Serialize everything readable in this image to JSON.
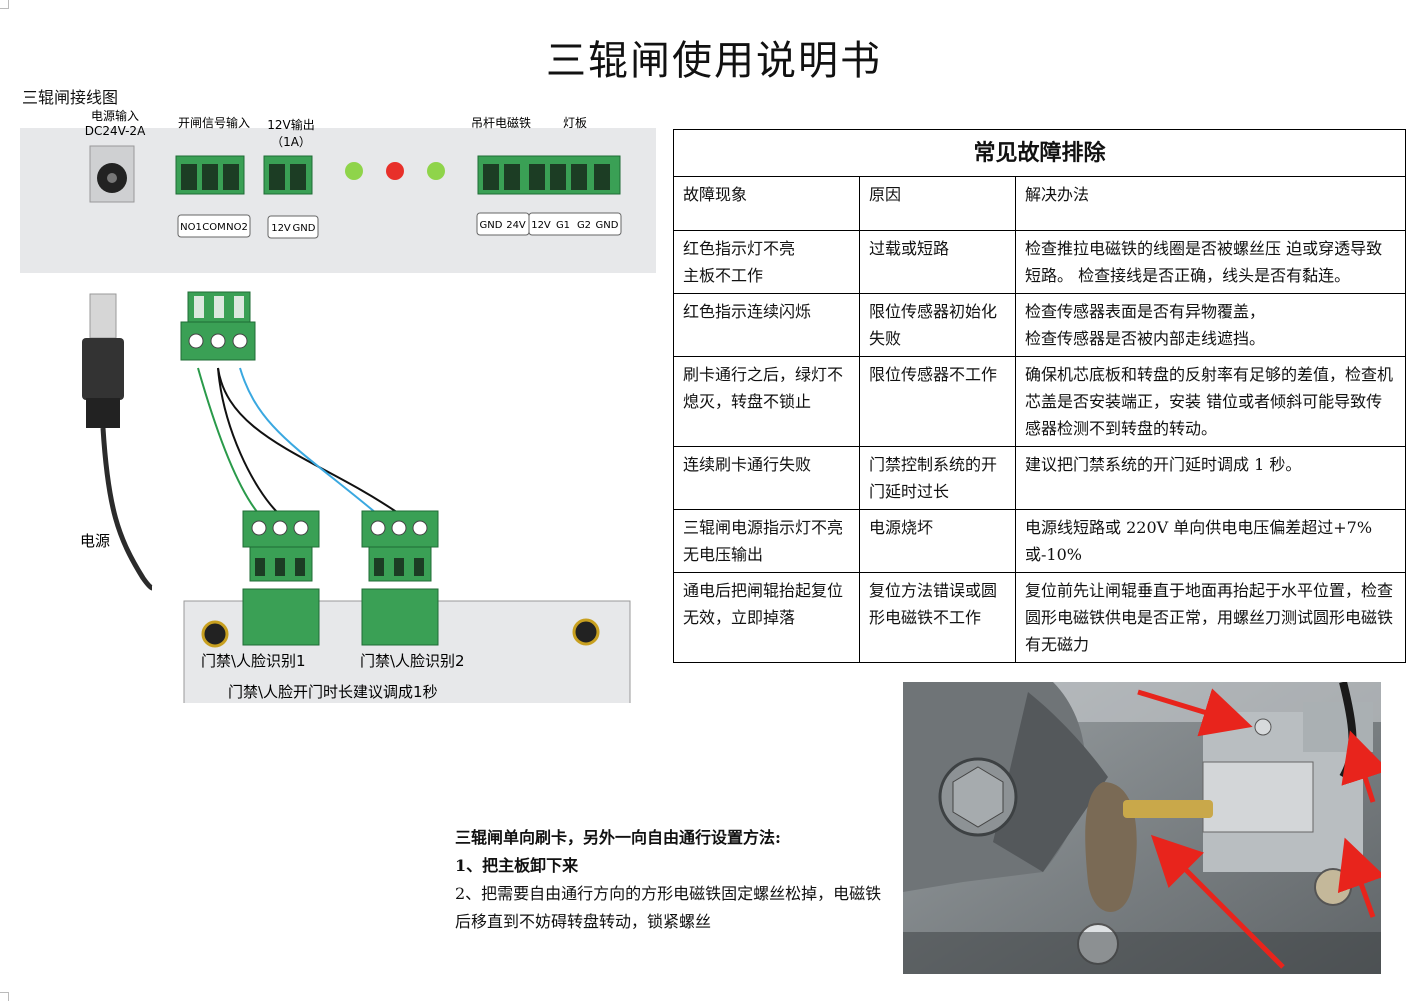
{
  "page": {
    "title": "三辊闸使用说明书"
  },
  "wiring": {
    "label": "三辊闸接线图",
    "power_input": "电源输入",
    "power_spec": "DC24V-2A",
    "gate_signal_input": "开闸信号输入",
    "output_12v": "12V输出",
    "output_12v_current": "（1A）",
    "boom_magnet": "吊杆电磁铁",
    "light_board": "灯板",
    "terminals_signal": [
      "NO1",
      "COM",
      "NO2"
    ],
    "terminals_12v": [
      "12V",
      "GND"
    ],
    "terminals_magnet": [
      "GND",
      "24V"
    ],
    "terminals_light": [
      "12V",
      "G1",
      "G2",
      "GND"
    ],
    "power_label": "电源",
    "device1": "门禁\\人脸识别1",
    "device2": "门禁\\人脸识别2",
    "note": "门禁\\人脸开门时长建议调成1秒",
    "indicator_colors": [
      "#8fd44a",
      "#e8302a",
      "#8fd44a"
    ],
    "wire_colors": [
      "#2a9a4a",
      "#111111",
      "#3aa8e0"
    ]
  },
  "fault_table": {
    "title": "常见故障排除",
    "headers": [
      "故障现象",
      "原因",
      "解决办法"
    ],
    "rows": [
      [
        "红色指示灯不亮\n主板不工作",
        "过载或短路",
        "检查推拉电磁铁的线圈是否被螺丝压 迫或穿透导致短路。 检查接线是否正确，线头是否有黏连。"
      ],
      [
        "红色指示连续闪烁",
        "限位传感器初始化失败",
        "检查传感器表面是否有异物覆盖，\n检查传感器是否被内部走线遮挡。"
      ],
      [
        "刷卡通行之后，绿灯不熄灭，转盘不锁止",
        "限位传感器不工作",
        "确保机芯底板和转盘的反射率有足够的差值，检查机芯盖是否安装端正，安装 错位或者倾斜可能导致传感器检测不到转盘的转动。"
      ],
      [
        "连续刷卡通行失败",
        "门禁控制系统的开门延时过长",
        "建议把门禁系统的开门延时调成 1 秒。"
      ],
      [
        "三辊闸电源指示灯不亮无电压输出",
        "电源烧坏",
        "电源线短路或 220V 单向供电电压偏差超过+7%或-10%"
      ],
      [
        "通电后把闸辊抬起复位无效，立即掉落",
        "复位方法错误或圆形电磁铁不工作",
        "复位前先让闸辊垂直于地面再抬起于水平位置，检查圆形电磁铁供电是否正常，用螺丝刀测试圆形电磁铁有无磁力"
      ]
    ]
  },
  "instructions": {
    "heading": "三辊闸单向刷卡，另外一向自由通行设置方法:",
    "step1": "1、把主板卸下来",
    "step2": "2、把需要自由通行方向的方形电磁铁固定螺丝松掉，电磁铁后移直到不妨碍转盘转动，锁紧螺丝"
  }
}
